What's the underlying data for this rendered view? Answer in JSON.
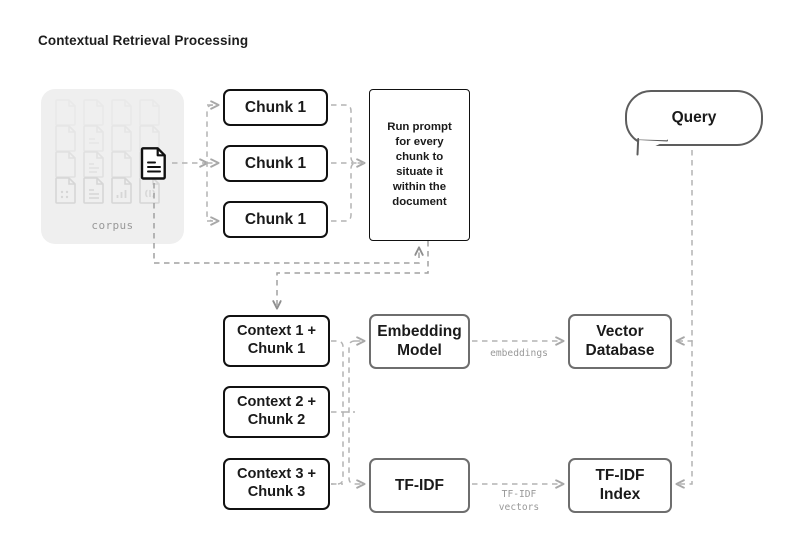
{
  "page": {
    "title": "Contextual Retrieval Processing",
    "background": "#ffffff",
    "ink": "#111111",
    "muted": "#999999",
    "gray_border": "#6e6e6e",
    "panel_fill": "#efefef"
  },
  "corpus": {
    "label": "corpus",
    "grid_columns": 4,
    "grid_rows": 4,
    "bottom_row_icons": [
      "document-dots-icon",
      "document-lines-icon",
      "document-chart-icon",
      "document-code-icon"
    ],
    "highlighted_document_icon": "document-lines-icon"
  },
  "chunks": [
    {
      "label": "Chunk 1"
    },
    {
      "label": "Chunk 1"
    },
    {
      "label": "Chunk 1"
    }
  ],
  "prompt": {
    "lines": [
      "Run prompt",
      "for every",
      "chunk to",
      "situate it",
      "within the",
      "document"
    ],
    "text": "Run prompt for every chunk to situate it within the document"
  },
  "contexts": [
    {
      "line1": "Context 1 +",
      "line2": "Chunk 1"
    },
    {
      "line1": "Context 2 +",
      "line2": "Chunk 2"
    },
    {
      "line1": "Context 3 +",
      "line2": "Chunk 3"
    }
  ],
  "processors": {
    "embedding_model": {
      "line1": "Embedding",
      "line2": "Model"
    },
    "tfidf": {
      "label": "TF-IDF"
    }
  },
  "stores": {
    "vector_database": {
      "line1": "Vector",
      "line2": "Database"
    },
    "tfidf_index": {
      "line1": "TF-IDF",
      "line2": "Index"
    }
  },
  "edge_labels": {
    "embeddings": "embeddings",
    "tfidf_vectors_line1": "TF-IDF",
    "tfidf_vectors_line2": "vectors"
  },
  "query": {
    "label": "Query"
  }
}
